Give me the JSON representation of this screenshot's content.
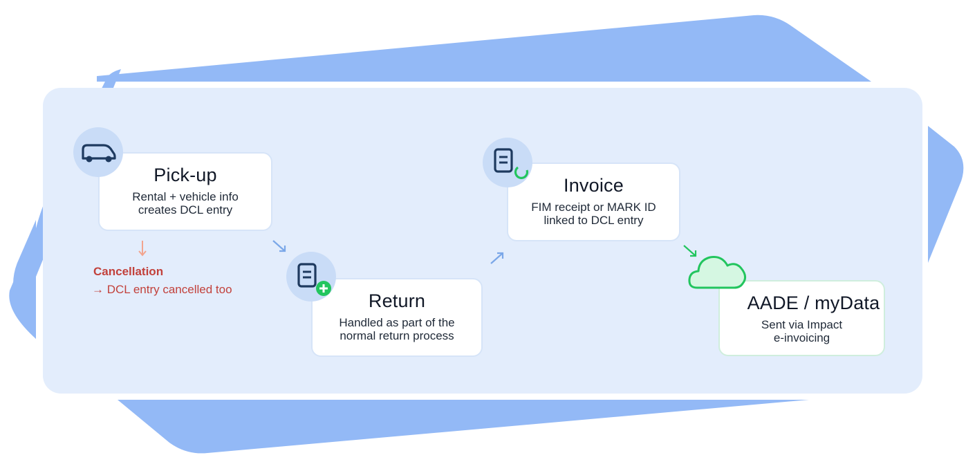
{
  "steps": {
    "pickup": {
      "title": "Pick-up",
      "desc_line1": "Rental + vehicle info",
      "desc_line2": "creates DCL entry",
      "icon": "car-icon"
    },
    "return": {
      "title": "Return",
      "desc_line1": "Handled as part of the",
      "desc_line2": "normal return process",
      "icon": "document-plus-icon"
    },
    "invoice": {
      "title": "Invoice",
      "desc_line1": "FIM receipt or MARK ID",
      "desc_line2": "linked to DCL entry",
      "icon": "document-sync-icon"
    },
    "aade": {
      "title": "AADE / myData",
      "desc_line1": "Sent via Impact",
      "desc_line2": "e-invoicing",
      "icon": "cloud-icon"
    }
  },
  "cancellation": {
    "title": "Cancellation",
    "desc": "→ DCL entry cancelled too"
  },
  "colors": {
    "background_shape": "#93b9f6",
    "panel": "#e3edfc",
    "icon_circle": "#c9dcf7",
    "icon_stroke": "#1e3a5f",
    "accent_green": "#22c55e",
    "cancel_red": "#c2413b",
    "cancel_arrow": "#f2a48e",
    "flow_arrow": "#7aa7e8"
  }
}
